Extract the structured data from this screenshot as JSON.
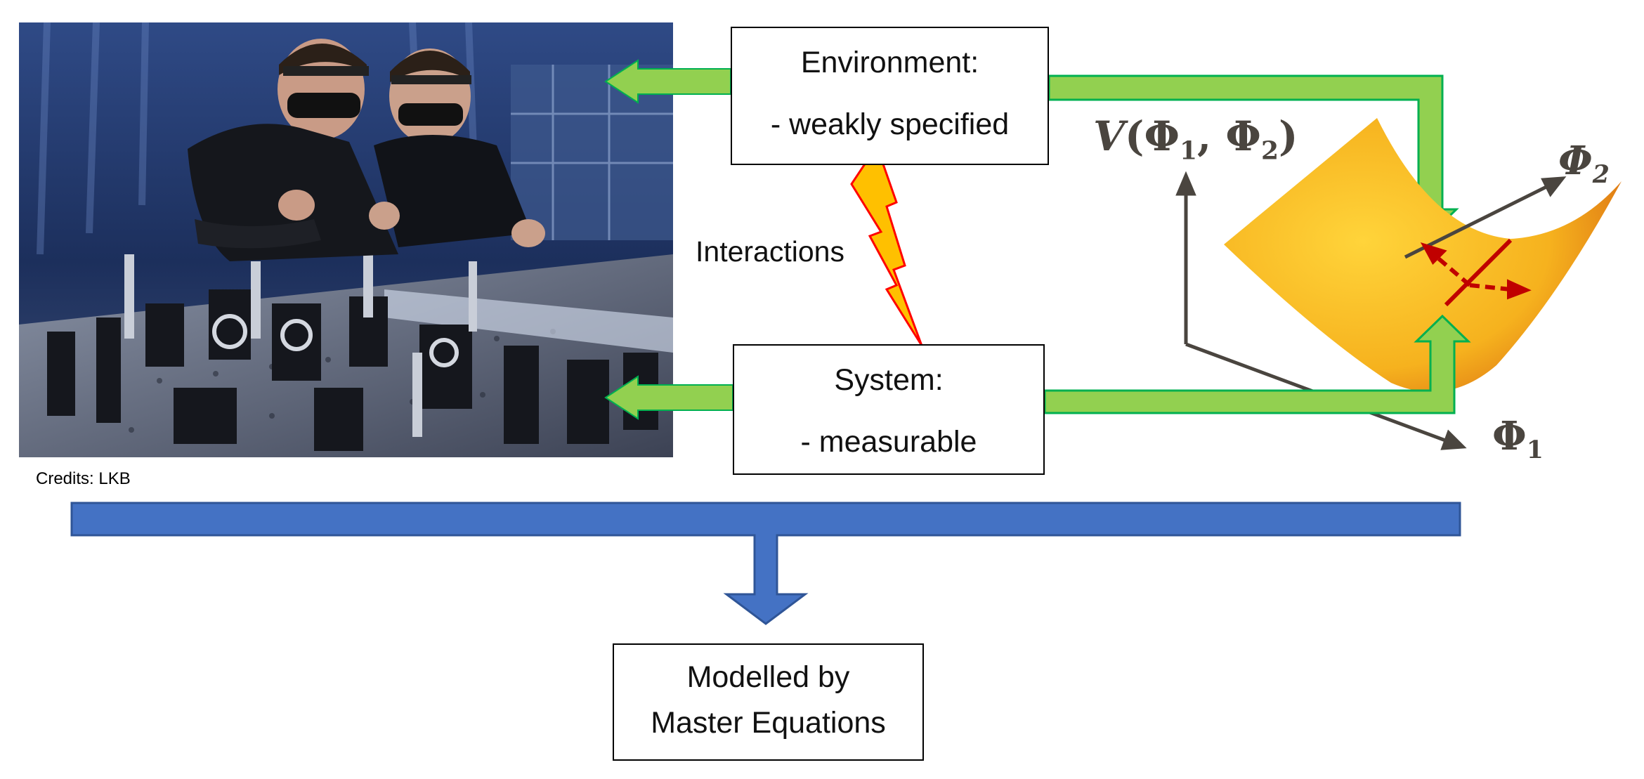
{
  "photo": {
    "credit": "Credits: LKB"
  },
  "environment": {
    "title": "Environment:",
    "detail": "- weakly specified"
  },
  "system": {
    "title": "System:",
    "detail": "- measurable"
  },
  "interaction_label": "Interactions",
  "outcome": {
    "line1": "Modelled by",
    "line2": "Master Equations"
  },
  "potential": {
    "v_symbol": "V",
    "v_args": "(Φ1, Φ2)",
    "phi": "Φ",
    "sub1": "1",
    "sub2": "2"
  },
  "colors": {
    "arrow_green": "#92d050",
    "arrow_green_edge": "#00b050",
    "bar_blue": "#4472c4",
    "bar_blue_edge": "#2f5597",
    "bolt_fill": "#ffc000",
    "bolt_edge": "#ff0000",
    "axis": "#4a453f",
    "fluctuation_red": "#c00000"
  }
}
